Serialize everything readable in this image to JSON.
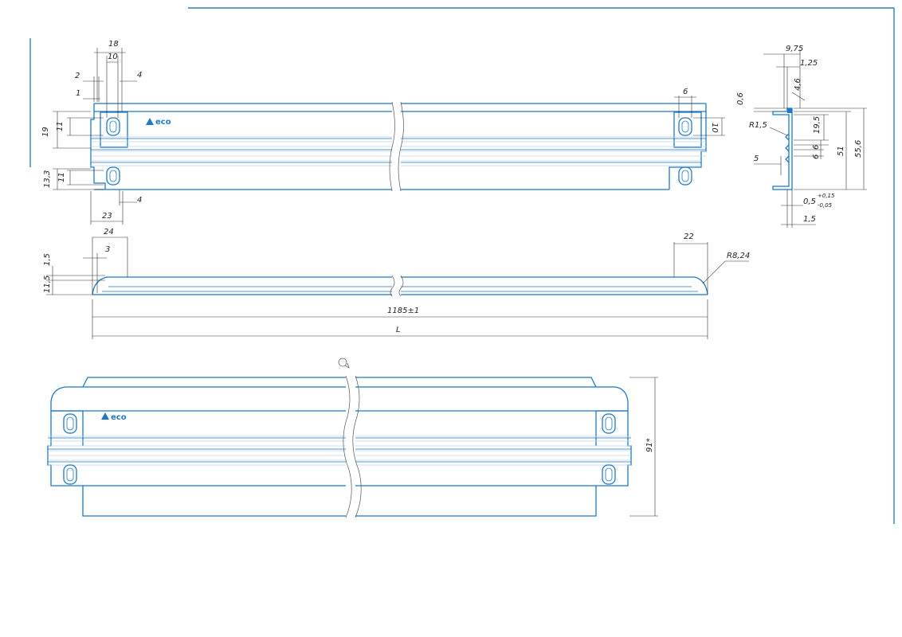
{
  "logo": {
    "text": "eco"
  },
  "front_view": {
    "d18": "18",
    "d10": "10",
    "d2": "2",
    "d4": "4",
    "d1": "1",
    "d19": "19",
    "d11a": "11",
    "d133": "13,3",
    "d11b": "11",
    "d23": "23",
    "d4b": "4",
    "d6": "6",
    "d10r": "10"
  },
  "side_view": {
    "d975": "9,75",
    "d125": "1,25",
    "d46": "4,6",
    "d06": "0,6",
    "r15": "R1,5",
    "d195": "19,5",
    "d6a": "6",
    "d6b": "6",
    "d51": "51",
    "d556": "55,6",
    "d5": "5",
    "d05": "0,5",
    "tol_plus": "+0,15",
    "tol_minus": "-0,05",
    "d15": "1,5"
  },
  "top_view": {
    "d24": "24",
    "d3": "3",
    "d15": "1,5",
    "d115": "11,5",
    "d22": "22",
    "r824": "R8,24",
    "length_tol": "1185±1",
    "length_L": "L"
  },
  "flat_view": {
    "d91": "91*",
    "symbol": "O"
  }
}
